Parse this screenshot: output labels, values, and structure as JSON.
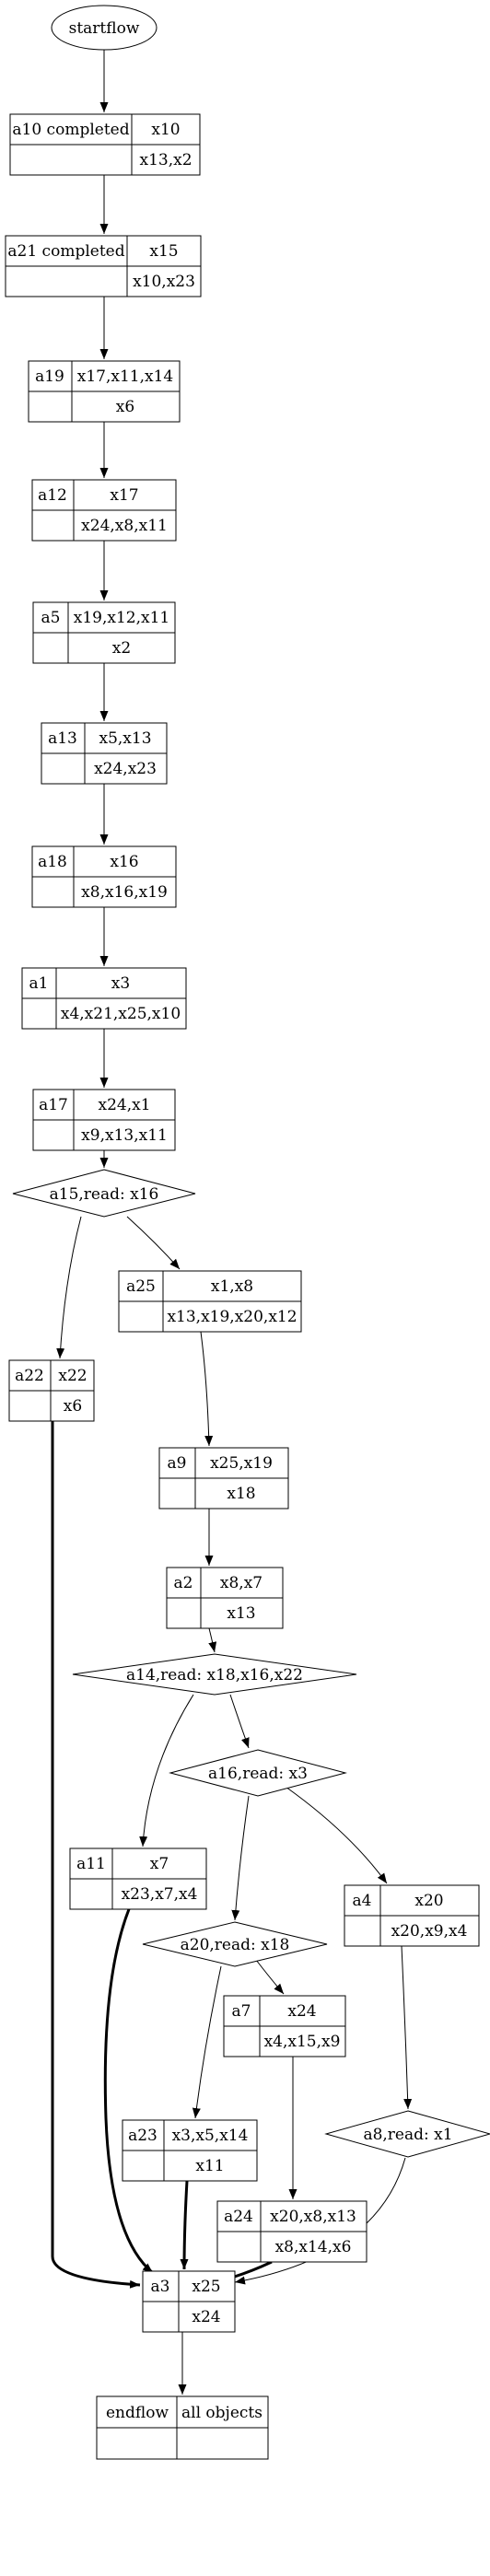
{
  "start": {
    "label": "startflow"
  },
  "end": {
    "label": "endflow",
    "objects": "all objects"
  },
  "activities": {
    "a10": {
      "label": "a10 completed",
      "out": "x10",
      "in": "x13,x2"
    },
    "a21": {
      "label": "a21 completed",
      "out": "x15",
      "in": "x10,x23"
    },
    "a19": {
      "label": "a19",
      "out": "x17,x11,x14",
      "in": "x6"
    },
    "a12": {
      "label": "a12",
      "out": "x17",
      "in": "x24,x8,x11"
    },
    "a5": {
      "label": "a5",
      "out": "x19,x12,x11",
      "in": "x2"
    },
    "a13": {
      "label": "a13",
      "out": "x5,x13",
      "in": "x24,x23"
    },
    "a18": {
      "label": "a18",
      "out": "x16",
      "in": "x8,x16,x19"
    },
    "a1": {
      "label": "a1",
      "out": "x3",
      "in": "x4,x21,x25,x10"
    },
    "a17": {
      "label": "a17",
      "out": "x24,x1",
      "in": "x9,x13,x11"
    },
    "a22": {
      "label": "a22",
      "out": "x22",
      "in": "x6"
    },
    "a25": {
      "label": "a25",
      "out": "x1,x8",
      "in": "x13,x19,x20,x12"
    },
    "a9": {
      "label": "a9",
      "out": "x25,x19",
      "in": "x18"
    },
    "a2": {
      "label": "a2",
      "out": "x8,x7",
      "in": "x13"
    },
    "a11": {
      "label": "a11",
      "out": "x7",
      "in": "x23,x7,x4"
    },
    "a4": {
      "label": "a4",
      "out": "x20",
      "in": "x20,x9,x4"
    },
    "a7": {
      "label": "a7",
      "out": "x24",
      "in": "x4,x15,x9"
    },
    "a23": {
      "label": "a23",
      "out": "x3,x5,x14",
      "in": "x11"
    },
    "a24": {
      "label": "a24",
      "out": "x20,x8,x13",
      "in": "x8,x14,x6"
    },
    "a3": {
      "label": "a3",
      "out": "x25",
      "in": "x24"
    }
  },
  "decisions": {
    "a15": {
      "label": "a15,read: x16"
    },
    "a14": {
      "label": "a14,read: x18,x16,x22"
    },
    "a16": {
      "label": "a16,read: x3"
    },
    "a20": {
      "label": "a20,read: x18"
    },
    "a8": {
      "label": "a8,read: x1"
    }
  }
}
